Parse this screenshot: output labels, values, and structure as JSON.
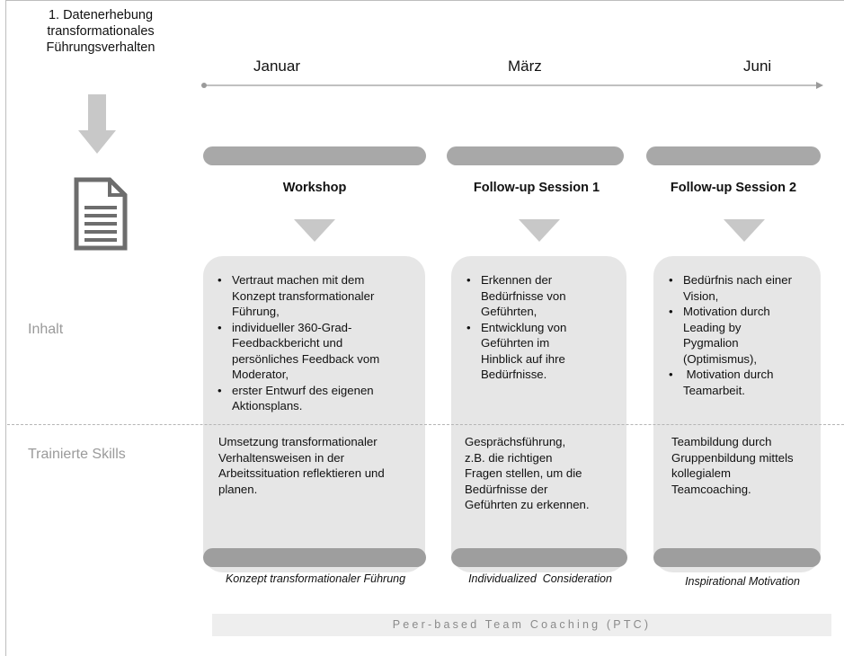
{
  "step": {
    "lines": [
      "1. Datenerhebung",
      "transformationales",
      "Führungsverhalten"
    ]
  },
  "icons": {
    "step_arrow": "arrow-down-icon",
    "document": "document-icon",
    "session_arrow": "triangle-down-icon"
  },
  "timeline": {
    "months": [
      "Januar",
      "März",
      "Juni"
    ]
  },
  "rows": {
    "content_label": "Inhalt",
    "skills_label": "Trainierte  Skills"
  },
  "sessions": [
    {
      "title": "Workshop",
      "content": [
        [
          "Vertraut machen mit dem",
          "Konzept transformationaler",
          "Führung,"
        ],
        [
          "individueller 360-Grad-",
          "Feedbackbericht und",
          "persönliches Feedback vom",
          "Moderator,"
        ],
        [
          "erster Entwurf des eigenen",
          "Aktionsplans."
        ]
      ],
      "skills": [
        "Umsetzung transformationaler",
        "Verhaltensweisen in der",
        "Arbeitssituation reflektieren und",
        "planen."
      ],
      "concept": "Konzept transformationaler Führung"
    },
    {
      "title": "Follow-up Session 1",
      "content": [
        [
          "Erkennen der",
          "Bedürfnisse von",
          "Geführten,"
        ],
        [
          "Entwicklung von",
          "Geführten im",
          "Hinblick auf ihre",
          "Bedürfnisse."
        ]
      ],
      "skills": [
        "Gesprächsführung,",
        "z.B. die richtigen",
        "Fragen stellen, um die",
        "Bedürfnisse der",
        "Geführten zu erkennen."
      ],
      "concept": "Individualized  Consideration"
    },
    {
      "title": "Follow-up Session 2",
      "content": [
        [
          "Bedürfnis nach einer",
          "Vision,"
        ],
        [
          "Motivation durch",
          "Leading by",
          "Pygmalion",
          "(Optimismus),"
        ],
        [
          " Motivation durch",
          "Teamarbeit."
        ]
      ],
      "skills": [
        "Teambildung durch",
        "Gruppenbildung mittels",
        "kollegialem",
        "Teamcoaching."
      ],
      "concept": "Inspirational Motivation"
    }
  ],
  "footer": {
    "label": "Peer-based Team Coaching (PTC)"
  },
  "colors": {
    "bar": "#a8a8a8",
    "card": "#e6e6e6",
    "arrow": "#c8c8c8",
    "muted_text": "#9a9a9a"
  }
}
